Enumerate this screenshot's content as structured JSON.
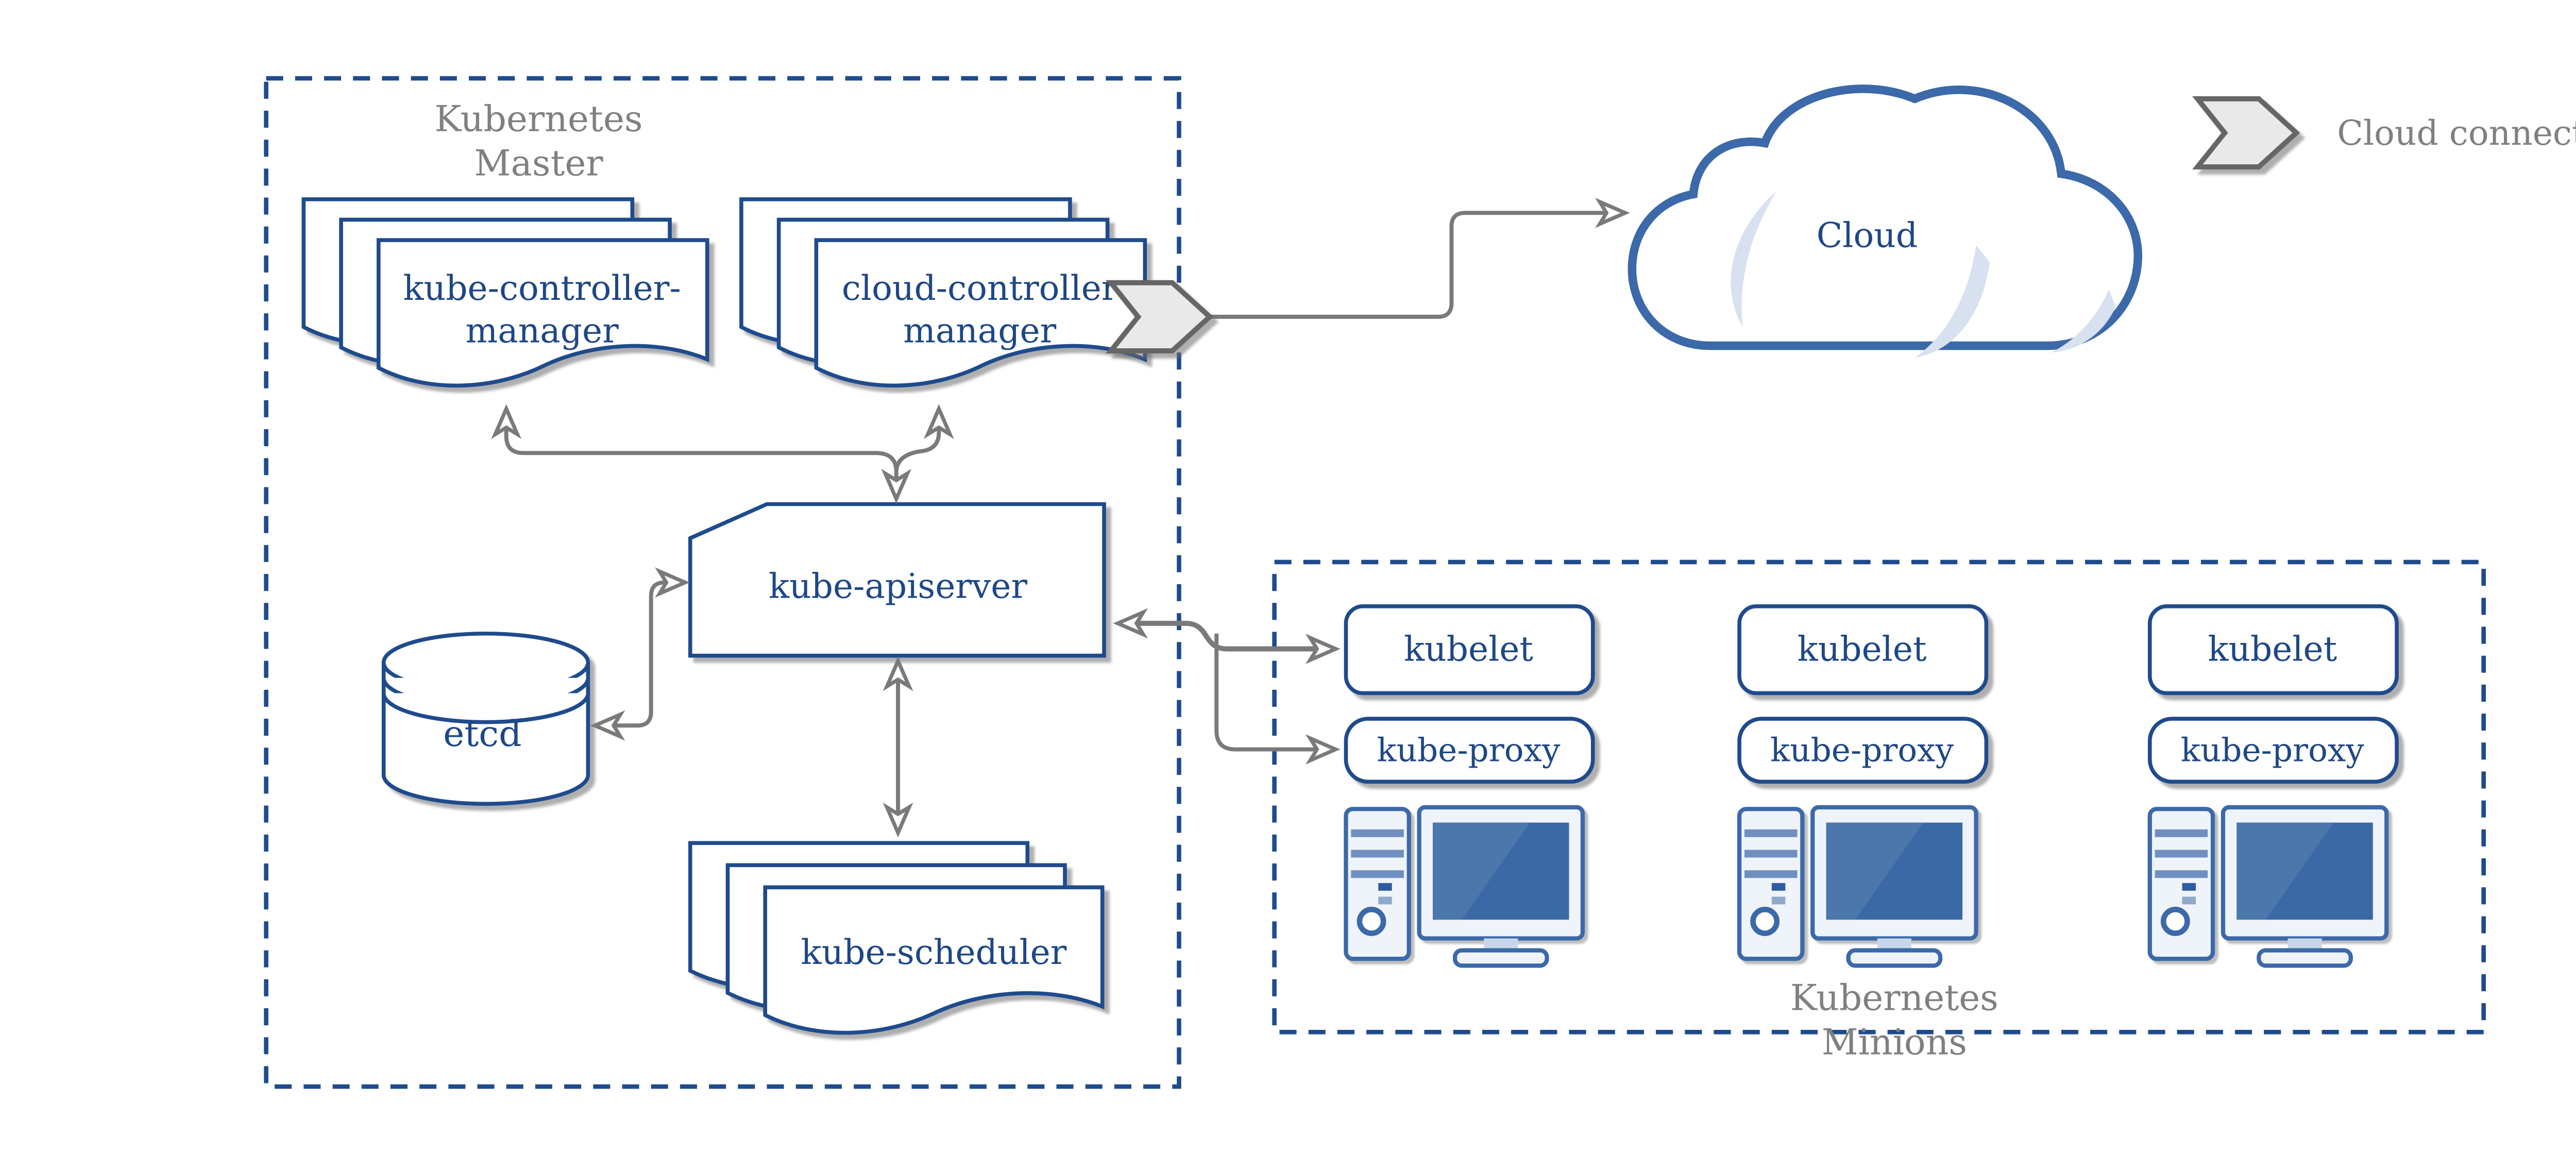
{
  "groups": {
    "master": {
      "title_line1": "Kubernetes",
      "title_line2": "Master"
    },
    "minions": {
      "title_line1": "Kubernetes",
      "title_line2": "Minions"
    }
  },
  "components": {
    "kube_controller_manager": {
      "line1": "kube-controller-",
      "line2": "manager"
    },
    "cloud_controller_manager": {
      "line1": "cloud-controller",
      "line2": "manager"
    },
    "kube_apiserver": {
      "label": "kube-apiserver"
    },
    "etcd": {
      "label": "etcd"
    },
    "kube_scheduler": {
      "label": "kube-scheduler"
    },
    "cloud": {
      "label": "Cloud"
    }
  },
  "minion_nodes": [
    {
      "kubelet": "kubelet",
      "kube_proxy": "kube-proxy"
    },
    {
      "kubelet": "kubelet",
      "kube_proxy": "kube-proxy"
    },
    {
      "kubelet": "kubelet",
      "kube_proxy": "kube-proxy"
    }
  ],
  "legend": {
    "cloud_connector": "Cloud connector"
  },
  "colors": {
    "box_border_blue": "#1f4b8d",
    "label_blue": "#1e4785",
    "icon_blue": "#3b69a9",
    "screen_blue": "#3a69a5",
    "screen_highlight": "#4c77ac",
    "slat_blue": "#6e8fc0",
    "light_fill": "#eff3fa",
    "cloud_crescent": "#d8e1f0",
    "arrow_gray": "#7a7a7a",
    "label_gray": "#808080",
    "chevron_fill": "#e9e9e9",
    "background": "#ffffff"
  }
}
